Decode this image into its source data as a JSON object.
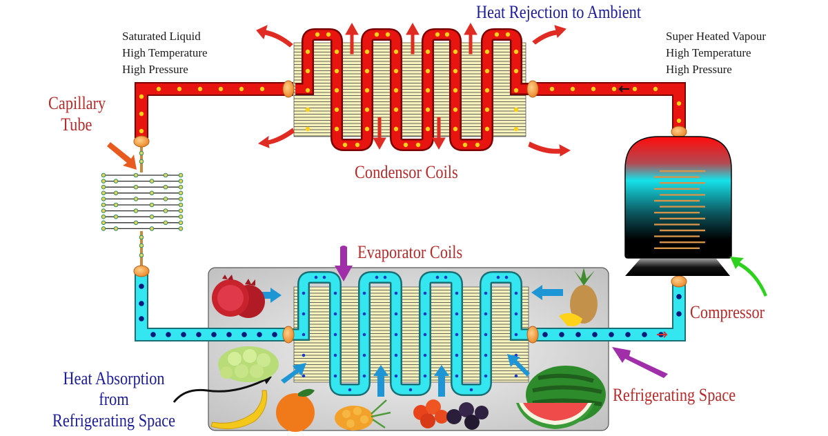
{
  "title": "Refrigeration Cycle",
  "labels": {
    "heat_rejection": "Heat Rejection to Ambient",
    "condenser": "Condensor Coils",
    "evaporator": "Evaporator Coils",
    "capillary_line1": "Capillary",
    "capillary_line2": "Tube",
    "compressor": "Compressor",
    "refrigerating_space": "Refrigerating Space",
    "heat_absorption_line1": "Heat Absorption",
    "heat_absorption_line2": "from",
    "heat_absorption_line3": "Refrigerating Space"
  },
  "states": {
    "condenser_outlet": [
      "Saturated Liquid",
      "High Temperature",
      "High Pressure"
    ],
    "compressor_outlet": [
      "Super Heated Vapour",
      "High Temperature",
      "High Pressure"
    ]
  },
  "colors": {
    "hot_pipe": "#e8140f",
    "hot_dot": "#ffd21a",
    "cold_pipe": "#33e6f0",
    "cold_dot": "#0a1a7a",
    "fin_fill": "#f6f2bd",
    "joint": "#f49b3a",
    "heat_arrow": "#e02b23",
    "blue_arrow": "#1e96d6",
    "purple_arrow": "#a02ea8",
    "green_arrow": "#2ed21e",
    "red_text": "#b52a2a",
    "blue_text": "#1c1c98"
  },
  "fruits": [
    "pomegranate",
    "pineapple",
    "grapes",
    "banana",
    "peach",
    "sea-buckthorn",
    "cherry-tomatoes",
    "plums",
    "watermelon"
  ]
}
